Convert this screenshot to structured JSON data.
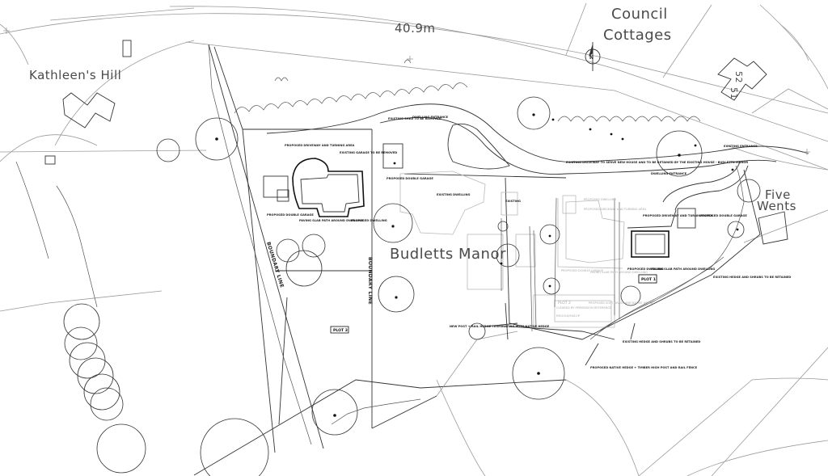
{
  "labels": {
    "road_width": "40.9m",
    "council_cottages_line1": "Council",
    "council_cottages_line2": "Cottages",
    "kathleens_hill": "Kathleen's Hill",
    "five_wents_line1": "Five",
    "five_wents_line2": "Wents",
    "budletts_manor": "Budletts Manor",
    "house_number_52": "52",
    "house_number_51": "51",
    "north_mark": "N"
  },
  "boundary_labels": {
    "boundary_left": "BOUNDARY LINE",
    "boundary_middle": "BOUNDARY LINE"
  },
  "plots": {
    "plot_1": "PLOT 1",
    "plot_2": "PLOT 2",
    "plot_3": "PLOT 3"
  },
  "annotations": {
    "proposed_driveway_left": "PROPOSED DRIVEWAY AND TURNING AREA",
    "proposed_double_garage_left": "PROPOSED DOUBLE GARAGE",
    "paving_slab_left": "PAVING SLAB PATH AROUND DWELLING",
    "proposed_dwelling_left": "PROPOSED DWELLING",
    "existing_garage_removed": "EXISTING GARAGE TO BE REMOVED",
    "existing_shed_removed": "EXISTING SHED TO BE REMOVED",
    "dwelling_entrance": "DWELLING ENTRANCE",
    "proposed_double_garage_mid": "PROPOSED DOUBLE GARAGE",
    "existing_dwelling": "EXISTING DWELLING",
    "existing_small": "EXISTING",
    "existing_driveway_note": "EXISTING DRIVEWAY TO SERVE NEW HOUSE AND TO BE RETAINED BY THE EXISTING HOUSE - BUDLETTS MANOR",
    "dwelling_entrance_right": "DWELLING ENTRANCE",
    "existing_entrance": "EXISTING ENTRANCE",
    "proposed_driveway_right": "PROPOSED DRIVEWAY AND TURNING AREA",
    "proposed_double_garage_right": "PROPOSED DOUBLE GARAGE",
    "proposed_dwelling_right": "PROPOSED DWELLING",
    "paving_slab_right": "PAVING SLAB PATH AROUND DWELLING",
    "existing_hedge_retained": "EXISTING HEDGE AND SHRUBS TO BE RETAINED",
    "existing_hedge_retained_2": "EXISTING HEDGE AND SHRUBS TO BE RETAINED",
    "new_post_rail": "NEW POST + RAIL HEDGE TERMINATING WITH NATIVE HEDGE",
    "proposed_native_hedge": "PROPOSED NATIVE HEDGE + TIMBER HIGH POST AND RAIL FENCE",
    "plot2_note": "CLEARED BY PERMISSION REFERENCE",
    "plot2_ref": "RR/2016/0441/P",
    "proposed_dwelling_ghost": "PROPOSED DWELLING",
    "proposed_driveway_ghost": "PROPOSED DRIVEWAY AND TURNING AREA",
    "proposed_double_garage_ghost": "PROPOSED DOUBLE GARAGE",
    "paving_ghost": "PAVING SLAB PATH AROUND DWELLING",
    "proposed_grass_ghost": "PROPOSED SOFT GRASS AND NATIVE HEDGE"
  }
}
